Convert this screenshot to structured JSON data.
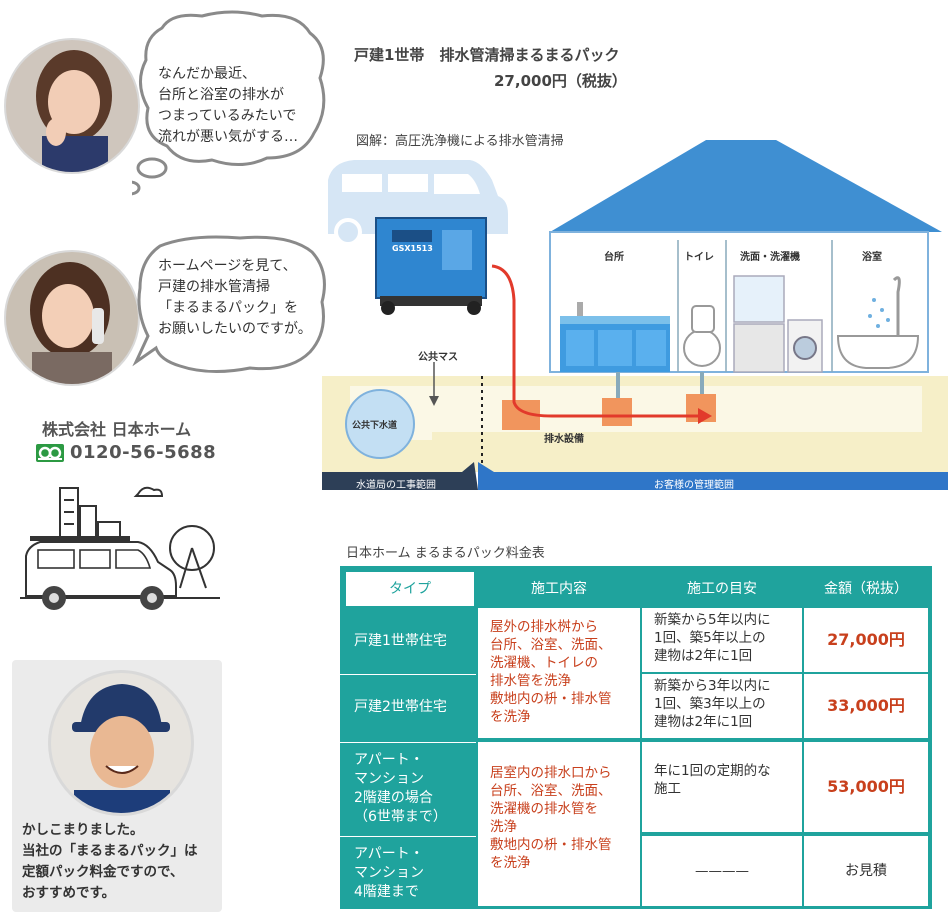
{
  "bubbles": {
    "first": [
      "なんだか最近、",
      "台所と浴室の排水が",
      "つまっているみたいで",
      "流れが悪い気がする…"
    ],
    "second": [
      "ホームページを見て、",
      "戸建の排水管清掃",
      "「まるまるパック」を",
      "お願いしたいのですが。"
    ],
    "third": [
      "かしこまりました。",
      "当社の「まるまるパック」は",
      "定額パック料金ですので、",
      "おすすめです。"
    ]
  },
  "headline": {
    "title": "戸建1世帯　排水管清掃まるまるパック",
    "price": "27,000円（税抜）"
  },
  "diagram": {
    "caption": "図解：高圧洗浄機による排水管清掃",
    "rooms": [
      "台所",
      "トイレ",
      "洗面・洗濯機",
      "浴室"
    ],
    "public_basin": "公共マス",
    "public_sewer": "公共下水道",
    "drain_equipment": "排水設備",
    "zone_water_bureau": "水道局の工事範囲",
    "zone_customer": "お客様の管理範囲",
    "machine_label": "GSX1513"
  },
  "company": {
    "name": "株式会社 日本ホーム",
    "phone": "0120-56-5688",
    "freedial_icon": "freedial-icon"
  },
  "price_table": {
    "title": "日本ホーム まるまるパック料金表",
    "headers": [
      "タイプ",
      "施工内容",
      "施工の目安",
      "金額（税抜）"
    ],
    "rows": [
      {
        "type": "戸建1世帯住宅",
        "guide": [
          "新築から5年以内に",
          "1回、築5年以上の",
          "建物は2年に1回"
        ],
        "price": "27,000円"
      },
      {
        "type": "戸建2世帯住宅",
        "guide": [
          "新築から3年以内に",
          "1回、築3年以上の",
          "建物は2年に1回"
        ],
        "price": "33,000円"
      },
      {
        "type": [
          "アパート・",
          "マンション",
          "2階建の場合",
          "（6世帯まで）"
        ],
        "guide": [
          "年に1回の定期的な",
          "施工"
        ],
        "price": "53,000円"
      },
      {
        "type": [
          "アパート・",
          "マンション",
          "4階建まで"
        ],
        "guide": "————",
        "price": "お見積"
      }
    ],
    "content_house": [
      "屋外の排水桝から",
      "台所、浴室、洗面、",
      "洗濯機、トイレの",
      "排水管を洗浄",
      "敷地内の枡・排水管",
      "を洗浄"
    ],
    "content_apartment": [
      "居室内の排水口から",
      "台所、浴室、洗面、",
      "洗濯機の排水管を",
      "洗浄",
      "敷地内の枡・排水管",
      "を洗浄"
    ]
  },
  "colors": {
    "teal": "#1fa39d",
    "red": "#c8401d",
    "house_blue": "#3f8fd2",
    "soil": "#f6efc8",
    "ground_navy": "#2d3f57",
    "ground_blue": "#2f76c8"
  }
}
